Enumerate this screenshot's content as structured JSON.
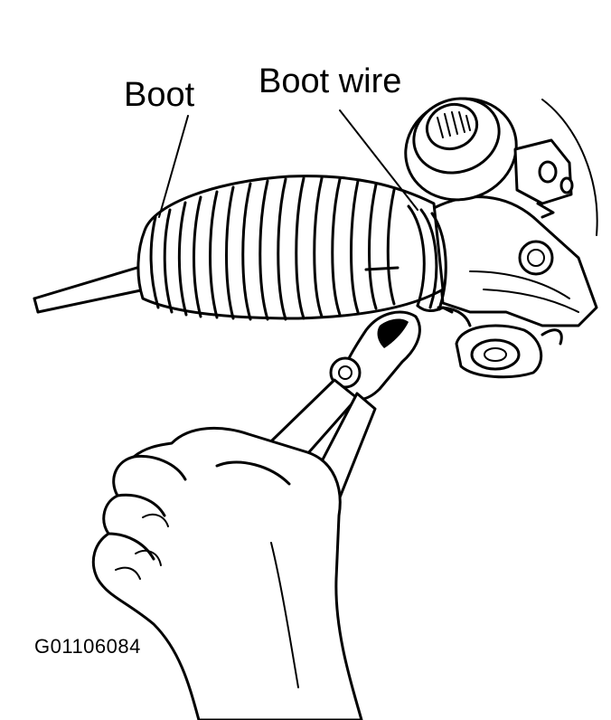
{
  "labels": {
    "boot": "Boot",
    "boot_wire": "Boot wire"
  },
  "figure_code": "G01106084"
}
